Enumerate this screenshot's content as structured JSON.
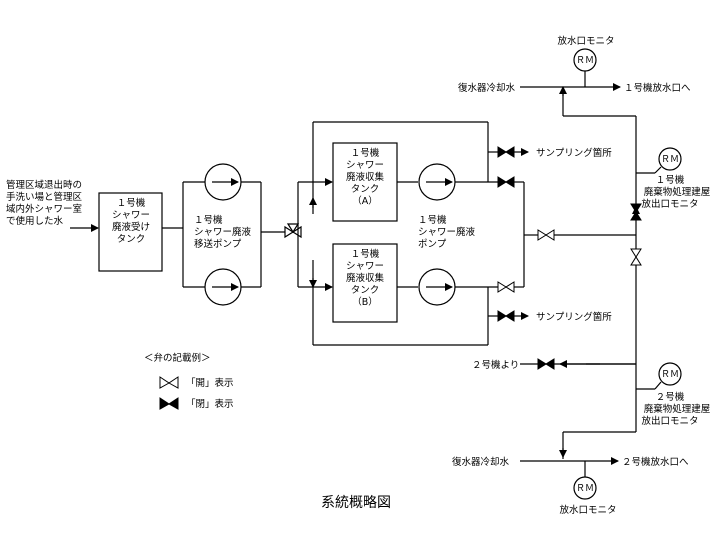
{
  "diagram": {
    "title": "系統概略図",
    "source_text": [
      "管理区域退出時の",
      "手洗い場と管理区",
      "域内外シャワー室",
      "で使用した水"
    ],
    "receiving_tank": [
      "１号機",
      "シャワー",
      "廃液受け",
      "タンク"
    ],
    "transfer_pump": [
      "１号機",
      "シャワー廃液",
      "移送ポンプ"
    ],
    "tank_a": [
      "１号機",
      "シャワー",
      "廃液収集",
      "タンク",
      "（A）"
    ],
    "tank_b": [
      "１号機",
      "シャワー",
      "廃液収集",
      "タンク",
      "（B）"
    ],
    "drain_pump": [
      "１号機",
      "シャワー廃液",
      "ポンプ"
    ],
    "sampling_top": "サンプリング箇所",
    "sampling_bottom": "サンプリング箇所",
    "monitor_top": "放水口モニタ",
    "cooling_top": "復水器冷却水",
    "outlet_top": "１号機放水口へ",
    "monitor_unit1": [
      "１号機",
      "廃棄物処理建屋",
      "放出口モニタ"
    ],
    "from_unit2": "２号機より",
    "monitor_unit2": [
      "２号機",
      "廃棄物処理建屋",
      "放出口モニタ"
    ],
    "cooling_bottom": "復水器冷却水",
    "outlet_bottom": "２号機放水口へ",
    "monitor_bottom": "放水口モニタ",
    "rm_label": "ＲＭ",
    "legend": {
      "title": "＜弁の記載例＞",
      "open_label": "「開」表示",
      "closed_label": "「閉」表示"
    }
  }
}
